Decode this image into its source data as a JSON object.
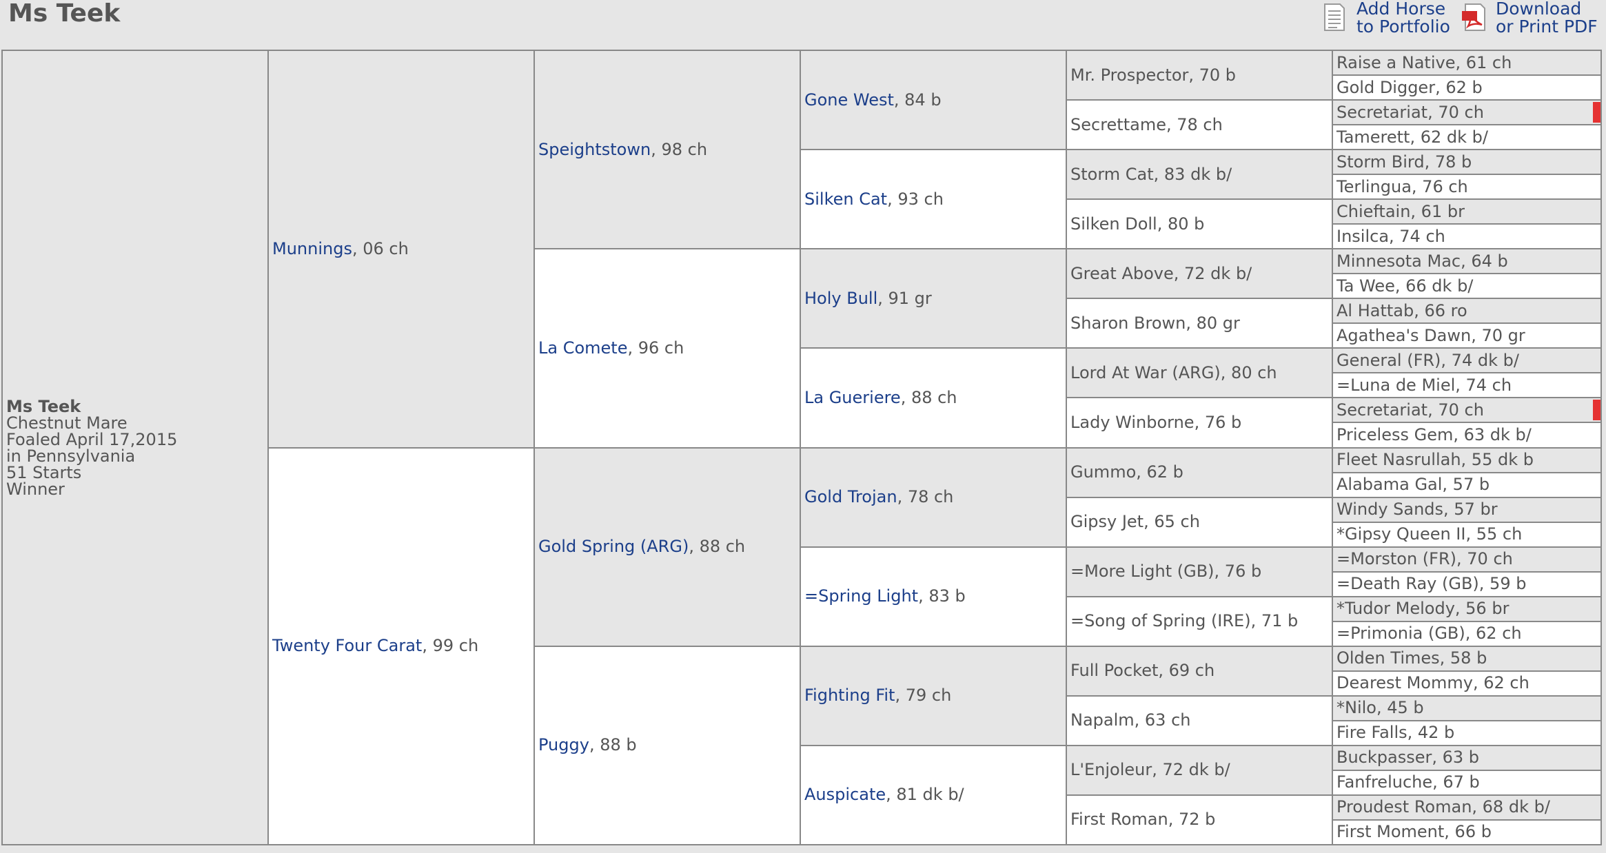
{
  "title": "Ms Teek",
  "actions": {
    "portfolio": {
      "line1": "Add Horse",
      "line2": "to Portfolio",
      "icon": "document-icon"
    },
    "pdf": {
      "line1": "Download",
      "line2": "or Print PDF",
      "icon": "pdf-icon"
    }
  },
  "colors": {
    "link": "#1c3f8a",
    "text": "#555555",
    "shade": "#e6e6e6",
    "marker": "#e53232"
  },
  "subject": {
    "name": "Ms Teek",
    "line1": "Chestnut Mare",
    "line2": "Foaled April 17,2015",
    "line3": "in Pennsylvania",
    "line4": "51 Starts",
    "line5": "Winner"
  },
  "gen1": [
    {
      "name": "Munnings",
      "details": ", 06 ch"
    },
    {
      "name": "Twenty Four Carat",
      "details": ", 99 ch"
    }
  ],
  "gen2": [
    {
      "name": "Speightstown",
      "details": ", 98 ch"
    },
    {
      "name": "La Comete",
      "details": ", 96 ch"
    },
    {
      "name": "Gold Spring (ARG)",
      "details": ", 88 ch"
    },
    {
      "name": "Puggy",
      "details": ", 88 b"
    }
  ],
  "gen3": [
    {
      "name": "Gone West",
      "details": ", 84 b"
    },
    {
      "name": "Silken Cat",
      "details": ", 93 ch"
    },
    {
      "name": "Holy Bull",
      "details": ", 91 gr"
    },
    {
      "name": "La Gueriere",
      "details": ", 88 ch"
    },
    {
      "name": "Gold Trojan",
      "details": ", 78 ch"
    },
    {
      "name": "=Spring Light",
      "details": ", 83 b"
    },
    {
      "name": "Fighting Fit",
      "details": ", 79 ch"
    },
    {
      "name": "Auspicate",
      "details": ", 81 dk b/"
    }
  ],
  "gen4": [
    "Mr. Prospector, 70 b",
    "Secrettame, 78 ch",
    "Storm Cat, 83 dk b/",
    "Silken Doll, 80 b",
    "Great Above, 72 dk b/",
    "Sharon Brown, 80 gr",
    "Lord At War (ARG), 80 ch",
    "Lady Winborne, 76 b",
    "Gummo, 62 b",
    "Gipsy Jet, 65 ch",
    "=More Light (GB), 76 b",
    "=Song of Spring (IRE), 71 b",
    "Full Pocket, 69 ch",
    "Napalm, 63 ch",
    "L'Enjoleur, 72 dk b/",
    "First Roman, 72 b"
  ],
  "gen5": [
    "Raise a Native, 61 ch",
    "Gold Digger, 62 b",
    "Secretariat, 70 ch",
    "Tamerett, 62 dk b/",
    "Storm Bird, 78 b",
    "Terlingua, 76 ch",
    "Chieftain, 61 br",
    "Insilca, 74 ch",
    "Minnesota Mac, 64 b",
    "Ta Wee, 66 dk b/",
    "Al Hattab, 66 ro",
    "Agathea's Dawn, 70 gr",
    "General (FR), 74 dk b/",
    "=Luna de Miel, 74 ch",
    "Secretariat, 70 ch",
    "Priceless Gem, 63 dk b/",
    "Fleet Nasrullah, 55 dk b",
    "Alabama Gal, 57 b",
    "Windy Sands, 57 br",
    "*Gipsy Queen II, 55 ch",
    "=Morston (FR), 70 ch",
    "=Death Ray (GB), 59 b",
    "*Tudor Melody, 56 br",
    "=Primonia (GB), 62 ch",
    "Olden Times, 58 b",
    "Dearest Mommy, 62 ch",
    "*Nilo, 45 b",
    "Fire Falls, 42 b",
    "Buckpasser, 63 b",
    "Fanfreluche, 67 b",
    "Proudest Roman, 68 dk b/",
    "First Moment, 66 b"
  ]
}
